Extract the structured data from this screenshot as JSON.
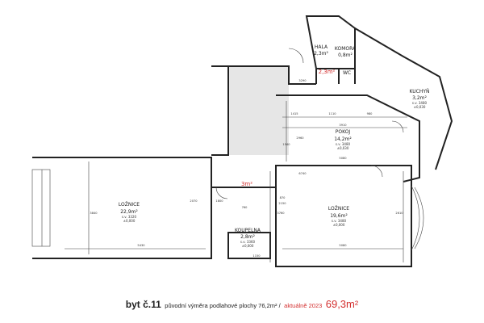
{
  "rooms": {
    "hala": {
      "name": "HALA",
      "area": "2,3m²"
    },
    "komora": {
      "name": "KOMORA",
      "area": "0,8m²"
    },
    "wc": {
      "name": "WC",
      "area": ""
    },
    "kuchyn": {
      "name": "KUCHYŇ",
      "area": "3,2m²",
      "sv": "s.v. 3480",
      "level": "±0,030"
    },
    "pokoj": {
      "name": "POKOJ",
      "area": "14,2m²",
      "sv": "s.v. 3480",
      "level": "±0,030"
    },
    "loznice1": {
      "name": "LOŽNICE",
      "area": "22,9m²",
      "sv": "s.v. 3320",
      "level": "±0,000"
    },
    "loznice2": {
      "name": "LOŽNICE",
      "area": "19,6m²",
      "sv": "s.v. 3480",
      "level": "±0,000"
    },
    "koupelna": {
      "name": "KOUPELNA",
      "area": "2,8m²",
      "sv": "s.v. 3360",
      "level": "±0,000"
    }
  },
  "markers": {
    "corridor_area": "2,3m²",
    "niche_area": "3m²"
  },
  "dimensions": {
    "d1415": "1415",
    "d1110": "1110",
    "d980": "980",
    "d3910": "3910",
    "d5080a": "5080",
    "d3290": "3290",
    "d5430": "5430",
    "d5080b": "5080",
    "d2070": "2070",
    "d1540": "1540",
    "d2960": "2960",
    "d3760": "3760",
    "d3840": "3840",
    "d6740": "6740",
    "d870": "870",
    "d2150": "2150",
    "d760": "760",
    "d1150": "1150",
    "d2610": "2610",
    "d1800": "1800"
  },
  "caption": {
    "flat": "byt č.11",
    "desc": "původní výměra podlahové plochy 76,2m² /",
    "updated": "aktuálně 2023",
    "area": "69,3m²"
  }
}
